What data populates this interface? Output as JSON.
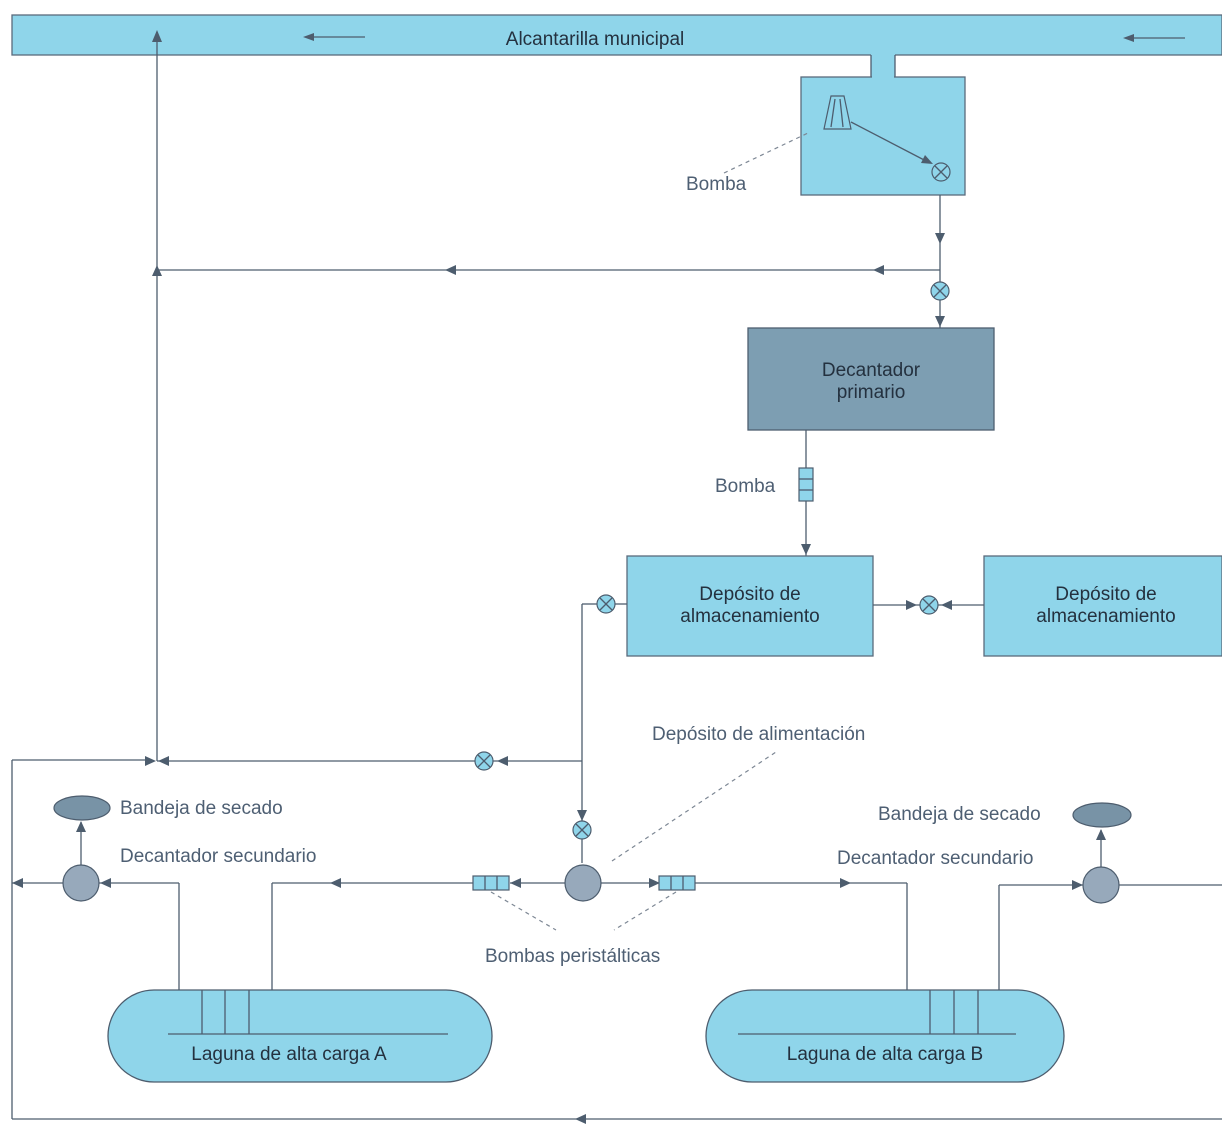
{
  "labels": {
    "sewer": "Alcantarilla municipal",
    "pump_top": "Bomba",
    "primary_settler_line1": "Decantador",
    "primary_settler_line2": "primario",
    "pump_mid": "Bomba",
    "storage_left_line1": "Depósito de",
    "storage_left_line2": "almacenamiento",
    "storage_right_line1": "Depósito de",
    "storage_right_line2": "almacenamiento",
    "feed_tank": "Depósito de alimentación",
    "drying_tray_left": "Bandeja de secado",
    "secondary_settler_left": "Decantador secundario",
    "drying_tray_right": "Bandeja de secado",
    "secondary_settler_right": "Decantador secundario",
    "peristaltic_pumps": "Bombas peristálticas",
    "lagoon_a": "Laguna de alta carga A",
    "lagoon_b": "Laguna de alta carga B"
  },
  "colors": {
    "tank_fill": "#8fd5ea",
    "primary_settler_fill": "#7d9eb2",
    "node_fill": "#97a9bb",
    "tray_fill": "#7893a6",
    "line": "#4d5d6e"
  },
  "icons": [
    "valve-icon",
    "pump-icon",
    "peristaltic-pump-icon",
    "flow-arrow-icon"
  ]
}
